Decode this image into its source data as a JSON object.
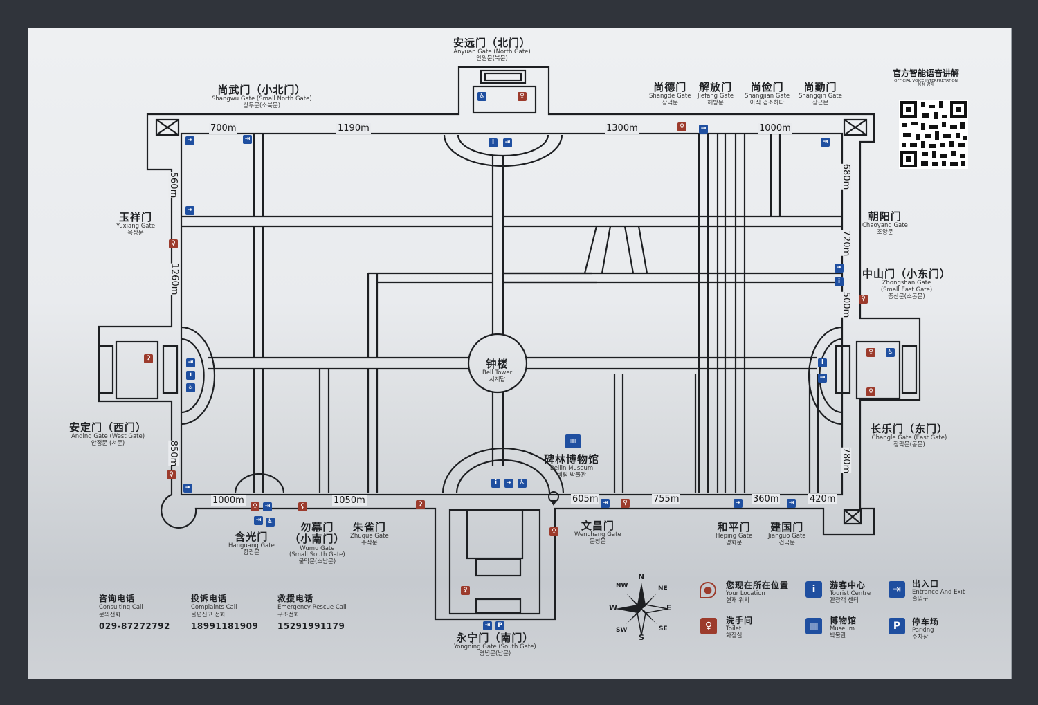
{
  "voice": {
    "title": "官方智能语音讲解",
    "en": "OFFICIAL VOICE INTERPRETATION",
    "ko": "음성 강해"
  },
  "gates": {
    "anyuan": {
      "zh": "安远门（北门）",
      "en": "Anyuan Gate (North Gate)",
      "ko": "안원문(북문)"
    },
    "shangwu": {
      "zh": "尚武门（小北门）",
      "en": "Shangwu Gate (Small North Gate)",
      "ko": "상무문(소북문)"
    },
    "shangde": {
      "zh": "尚德门",
      "en": "Shangde Gate",
      "ko": "상덕문"
    },
    "jiefang": {
      "zh": "解放门",
      "en": "Jiefang Gate",
      "ko": "해방문"
    },
    "shangjian": {
      "zh": "尚俭门",
      "en": "Shangjian Gate",
      "ko": "아직 검소하다"
    },
    "shangqin": {
      "zh": "尚勤门",
      "en": "Shangqin Gate",
      "ko": "상근문"
    },
    "yuxiang": {
      "zh": "玉祥门",
      "en": "Yuxiang Gate",
      "ko": "옥상문"
    },
    "chaoyang": {
      "zh": "朝阳门",
      "en": "Chaoyang Gate",
      "ko": "조양문"
    },
    "zhongshan": {
      "zh": "中山门（小东门）",
      "en": "Zhongshan Gate",
      "en2": "(Small East Gate)",
      "ko": "중산문(소동문)"
    },
    "anding": {
      "zh": "安定门（西门）",
      "en": "Anding Gate (West Gate)",
      "ko": "안정문 (서문)"
    },
    "changle": {
      "zh": "长乐门（东门）",
      "en": "Changle Gate (East Gate)",
      "ko": "장락문(동문)"
    },
    "hanguang": {
      "zh": "含光门",
      "en": "Hanguang Gate",
      "ko": "함광문"
    },
    "wumu": {
      "zh": "勿幕门",
      "zh2": "（小南门）",
      "en": "Wumu Gate",
      "en2": "(Small South Gate)",
      "ko": "불막문(소남문)"
    },
    "zhuque": {
      "zh": "朱雀门",
      "en": "Zhuque Gate",
      "ko": "주작문"
    },
    "wenchang": {
      "zh": "文昌门",
      "en": "Wenchang Gate",
      "ko": "문창문"
    },
    "heping": {
      "zh": "和平门",
      "en": "Heping Gate",
      "ko": "평화문"
    },
    "jianguo": {
      "zh": "建国门",
      "en": "Jianguo Gate",
      "ko": "건국문"
    },
    "yongning": {
      "zh": "永宁门（南门）",
      "en": "Yongning Gate (South Gate)",
      "ko": "영녕문(남문)"
    }
  },
  "landmarks": {
    "bell": {
      "zh": "钟楼",
      "en": "Bell Tower",
      "ko": "시계탑"
    },
    "beilin": {
      "zh": "碑林博物馆",
      "en": "Beilin Museum",
      "ko": "비림 박물관"
    }
  },
  "distances": {
    "n1": "700m",
    "n2": "1190m",
    "n3": "1300m",
    "n4": "1000m",
    "e1": "680m",
    "e2": "720m",
    "e3": "500m",
    "e4": "780m",
    "w1": "560m",
    "w2": "1260m",
    "w3": "850m",
    "s1": "1000m",
    "s2": "1050m",
    "s3": "605m",
    "s4": "755m",
    "s5": "360m",
    "s6": "420m"
  },
  "contacts": [
    {
      "zh": "咨询电话",
      "en": "Consulting Call",
      "ko": "문의전화",
      "num": "029-87272792"
    },
    {
      "zh": "投诉电话",
      "en": "Complaints Call",
      "ko": "불편신고 전화",
      "num": "18991181909"
    },
    {
      "zh": "救援电话",
      "en": "Emergency Rescue Call",
      "ko": "구조전화",
      "num": "15291991179"
    }
  ],
  "legend": {
    "location": {
      "zh": "您现在所在位置",
      "en": "Your Location",
      "ko": "현재 위치"
    },
    "tourist": {
      "zh": "游客中心",
      "en": "Tourist Centre",
      "ko": "관광객 센터"
    },
    "entrance": {
      "zh": "出入口",
      "en": "Entrance And Exit",
      "ko": "출입구"
    },
    "toilet": {
      "zh": "洗手间",
      "en": "Toilet",
      "ko": "화장실"
    },
    "museum": {
      "zh": "博物馆",
      "en": "Museum",
      "ko": "박물관"
    },
    "parking": {
      "zh": "停车场",
      "en": "Parking",
      "ko": "주차장"
    }
  },
  "compass": {
    "n": "N",
    "s": "S",
    "e": "E",
    "w": "W",
    "ne": "NE",
    "nw": "NW",
    "se": "SE",
    "sw": "SW"
  },
  "icon_glyphs": {
    "info": "i",
    "toilet": "♀",
    "entry": "⇥",
    "parking": "P",
    "access": "♿"
  },
  "colors": {
    "blue_icon": "#1f4fa0",
    "red_icon": "#9c3b2c",
    "line": "#1d1f22"
  }
}
